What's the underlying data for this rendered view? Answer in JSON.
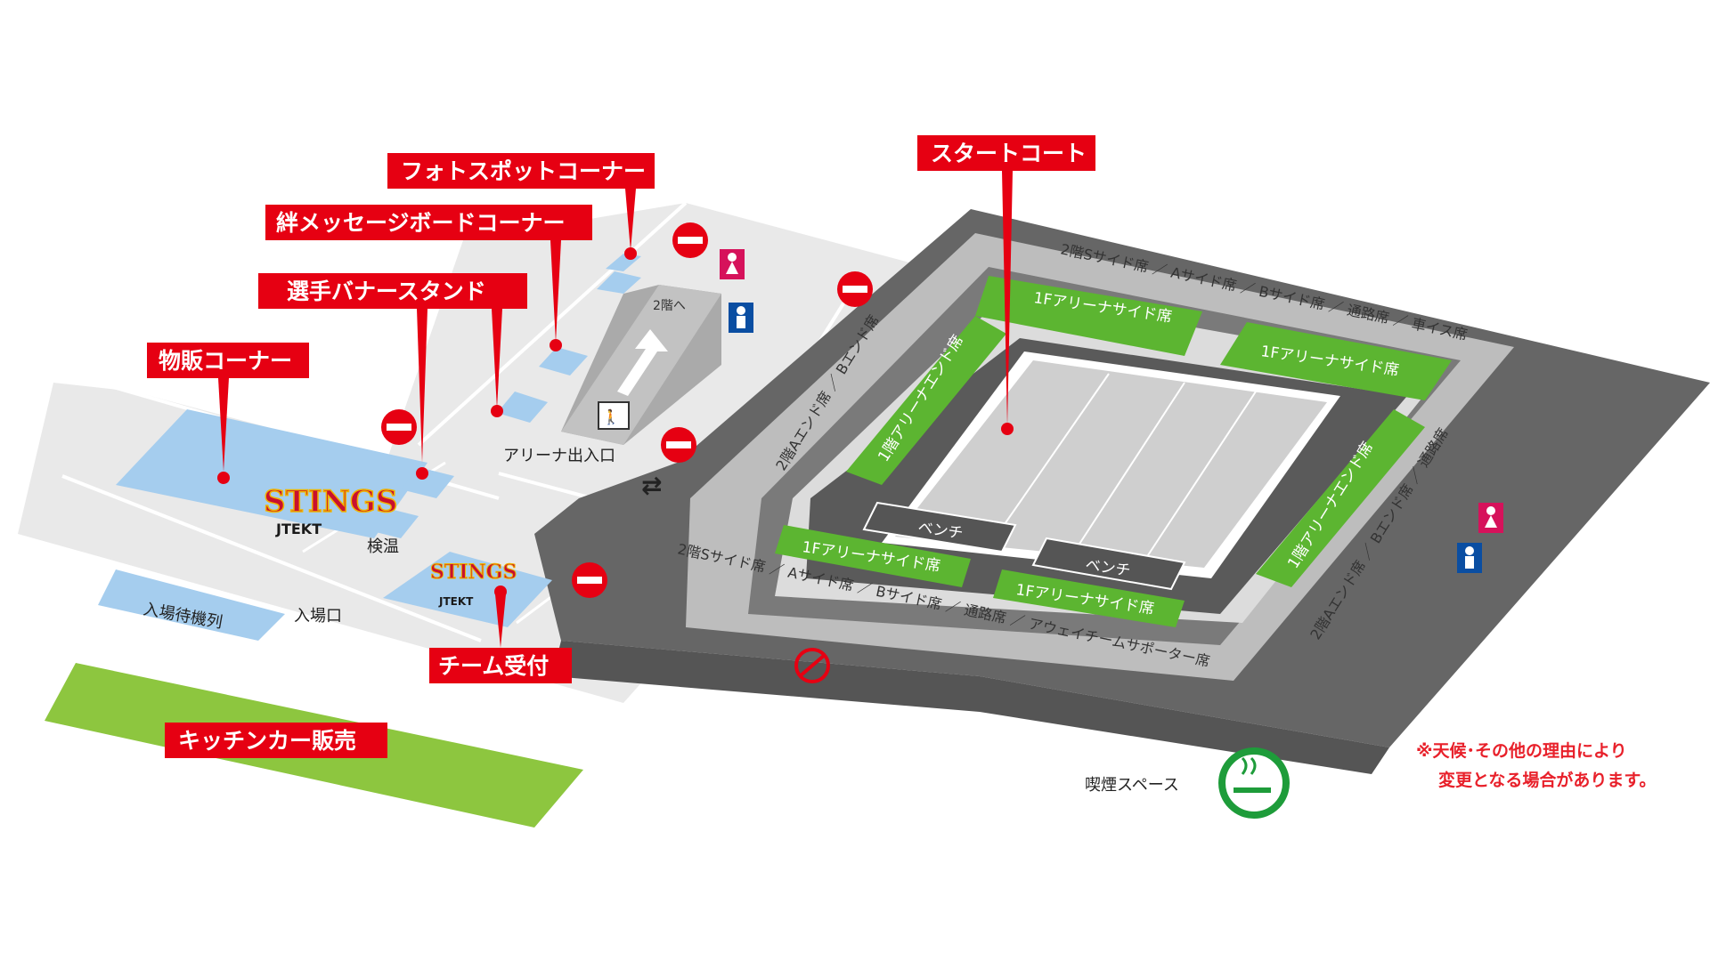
{
  "colors": {
    "callout_red": "#e60012",
    "floor_light": "#e9e9e9",
    "floor_line": "#ffffff",
    "concourse_dark": "#666666",
    "stand_grey": "#aaaaaa",
    "seat_green": "#5cb531",
    "area_blue": "#a5cdee",
    "kitchen_green": "#8dc63f",
    "court_grey": "#cfcfcf",
    "no_entry_red": "#e60012",
    "restroom_female": "#d6125b",
    "restroom_male": "#0a4ea2",
    "smoking_green": "#1e9c3a"
  },
  "callouts": {
    "photo_spot": "フォトスポットコーナー",
    "message_board": "絆メッセージボードコーナー",
    "banner_stand": "選手バナースタンド",
    "merch": "物販コーナー",
    "start_court": "スタートコート",
    "team_reception": "チーム受付",
    "kitchen_car": "キッチンカー販売"
  },
  "labels": {
    "second_floor_stairs": "2階へ",
    "arena_entrance": "アリーナ出入口",
    "temperature_check": "検温",
    "waiting_line": "入場待機列",
    "entrance": "入場口",
    "smoking_area": "喫煙スペース",
    "bench_1": "ベンチ",
    "bench_2": "ベンチ"
  },
  "seating": {
    "top_outer": "2階Sサイド席 ／ Aサイド席 ／ Bサイド席 ／ 通路席 ／ 車イス席",
    "left_outer": "2階Aエンド席 ／ Bエンド席",
    "right_outer": "2階Aエンド席 ／ Bエンド席 ／ 通路席",
    "bottom_outer": "2階Sサイド席 ／ Aサイド席 ／ Bサイド席 ／ 通路席 ／ アウェイチームサポーター席",
    "arena_side_1": "1Fアリーナサイド席",
    "arena_side_2": "1Fアリーナサイド席",
    "arena_side_3": "1Fアリーナサイド席",
    "arena_side_4": "1Fアリーナサイド席",
    "arena_end_left": "1階アリーナエンド席",
    "arena_end_right": "1階アリーナエンド席"
  },
  "logo": {
    "name": "STINGS",
    "sponsor": "JTEKT"
  },
  "notice": {
    "line1": "※天候･その他の理由により",
    "line2": "変更となる場合があります。"
  },
  "icons": [
    "no-entry-icon",
    "restroom-female-icon",
    "restroom-male-icon",
    "stairs-icon",
    "smoking-icon",
    "arrow-up-icon",
    "double-arrow-icon"
  ]
}
